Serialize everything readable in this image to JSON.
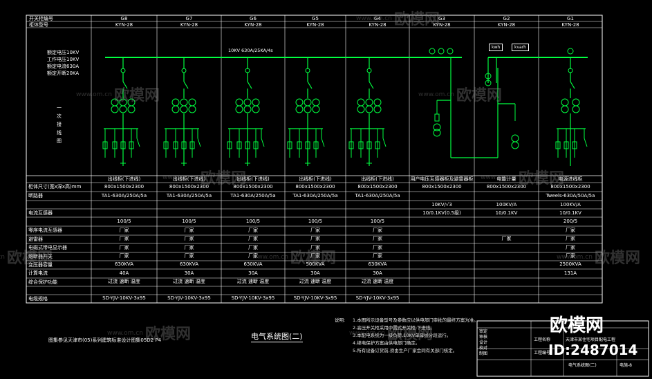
{
  "header_rows": [
    "开关柜编号",
    "柜体型号"
  ],
  "cabinets": [
    {
      "id": "G8",
      "model": "KYN-28",
      "name": "出线柜(下进线)",
      "size": "800x1500x2300",
      "ct": "TA1-630A/250A/5a",
      "ct_ratio": "100/5",
      "protection": "厂家",
      "meter": "厂家",
      "comm": "厂家",
      "ctrl": "厂家",
      "breaker": "630KVA",
      "cable": "40A",
      "indication": "过流 速断 温度",
      "cable_type": "SD-YJV-10KV-3x95"
    },
    {
      "id": "G7",
      "model": "KYN-28",
      "name": "出线柜(下进线)",
      "size": "800x1500x2300",
      "ct": "TA1-630A/250A/5a",
      "ct_ratio": "100/5",
      "protection": "厂家",
      "meter": "厂家",
      "comm": "厂家",
      "ctrl": "厂家",
      "breaker": "630KVA",
      "cable": "30A",
      "indication": "过流 速断 温度",
      "cable_type": "SD-YJV-10KV-3x95"
    },
    {
      "id": "G6",
      "model": "KYN-28",
      "name": "出线柜(下进线)",
      "size": "800x1500x2300",
      "ct": "TA1-630A/250A/5a",
      "ct_ratio": "100/5",
      "protection": "厂家",
      "meter": "厂家",
      "comm": "厂家",
      "ctrl": "厂家",
      "breaker": "630KVA",
      "cable": "30A",
      "indication": "过流 速断 温度",
      "cable_type": "SD-YJV-10KV-3x95"
    },
    {
      "id": "G5",
      "model": "KYN-28",
      "name": "出线柜(下进线)",
      "size": "800x1500x2300",
      "ct": "TA1-630A/250A/5a",
      "ct_ratio": "100/5",
      "protection": "厂家",
      "meter": "厂家",
      "comm": "厂家",
      "ctrl": "厂家",
      "breaker": "500KVA",
      "cable": "30A",
      "indication": "过流 速断 温度",
      "cable_type": "SD-YJV-10KV-3x95"
    },
    {
      "id": "G4",
      "model": "KYN-28",
      "name": "出线柜(下进线)",
      "size": "800x1500x2300",
      "ct": "TA1-630A/250A/5a",
      "ct_ratio": "100/5",
      "protection": "厂家",
      "meter": "厂家",
      "comm": "厂家",
      "ctrl": "厂家",
      "breaker": "630KVA",
      "cable": "30A",
      "indication": "过流 速断 温度",
      "cable_type": "SD-YJV-10KV-3x95"
    },
    {
      "id": "G3",
      "model": "KYN-28",
      "name": "用户电压互感器柜及避雷器柜",
      "size": "800x1500x2300",
      "ct": "",
      "ct_ratio": "10KV/√3",
      "ct_ratio2": "10/0.1KV(0.5级)",
      "protection": "",
      "meter": "",
      "comm": "",
      "ctrl": "",
      "breaker": "",
      "cable": "",
      "indication": "",
      "cable_type": ""
    },
    {
      "id": "G2",
      "model": "KYN-28",
      "name": "电能计量",
      "size": "800x1500x2300",
      "ct": "",
      "ct_ratio": "100KV/A",
      "ct_ratio2": "10/0.1KV",
      "protection": "",
      "meter": "厂家",
      "comm": "",
      "ctrl": "",
      "breaker": "",
      "cable": "",
      "indication": "",
      "cable_type": ""
    },
    {
      "id": "G1",
      "model": "KYN-28",
      "name": "电源进线柜",
      "size": "800x1500x2300",
      "ct": "Tweels-630A/50A/5a",
      "ct_ratio": "100KV/A",
      "ct_ratio2": "10/0.1KV",
      "ct_ratio3": "200/5",
      "protection": "厂家",
      "meter": "厂家",
      "comm": "厂家",
      "ctrl": "厂家",
      "breaker": "2500KVA",
      "cable": "131A",
      "indication": "",
      "cable_type": ""
    }
  ],
  "row_labels": [
    "柜体尺寸(宽x深x高)mm",
    "断路器",
    "",
    "电流互感器",
    "",
    "零序电流互感器",
    "避雷器",
    "电磁式带电显示器",
    "熔断器开关",
    "变压器容量",
    "计算电流",
    "综合保护功能",
    "",
    "电缆规格"
  ],
  "left_caption": [
    "额定电压10KV",
    "工作电压10KV",
    "额定电流630A",
    "额定开断20KA",
    "",
    "一",
    "次",
    "接",
    "线",
    "图"
  ],
  "busbar_label": "10KV 630A/25KA/4s",
  "g2_tags": [
    "kwh",
    "kvarh"
  ],
  "drawing_title": "电气系统图(二)",
  "footnote_left": "图集参见天津市(05)系列建筑标准设计图集05D2 P4",
  "notes_heading": "说明:",
  "notes": [
    "1.本图所示设备型号及参数应以供电部门审批的最终方案为准。",
    "2.高压开关柜采用中置式开关柜,下进线。",
    "3.本配电系统为一级负荷,10KV单母线分段运行。",
    "4.继电保护方案由供电部门确定。",
    "5.所有设备订货前,须由生产厂家会同有关部门核定。"
  ],
  "title_block": {
    "project_label": "工程名称",
    "project": "天津市某住宅项目配电工程",
    "drawing_label": "工程编号",
    "drawing_name": "电气系统图(二)",
    "sheet": "电施-8",
    "rows": [
      "审定",
      "审核",
      "设计",
      "校对",
      "制图"
    ]
  },
  "watermark": {
    "brand": "欧模网",
    "url": "www.om.cn",
    "id": "ID:2487014"
  },
  "colors": {
    "line": "#ffffff",
    "circuit": "#00ff40",
    "symbol": "#00ff40",
    "background": "#000000"
  }
}
